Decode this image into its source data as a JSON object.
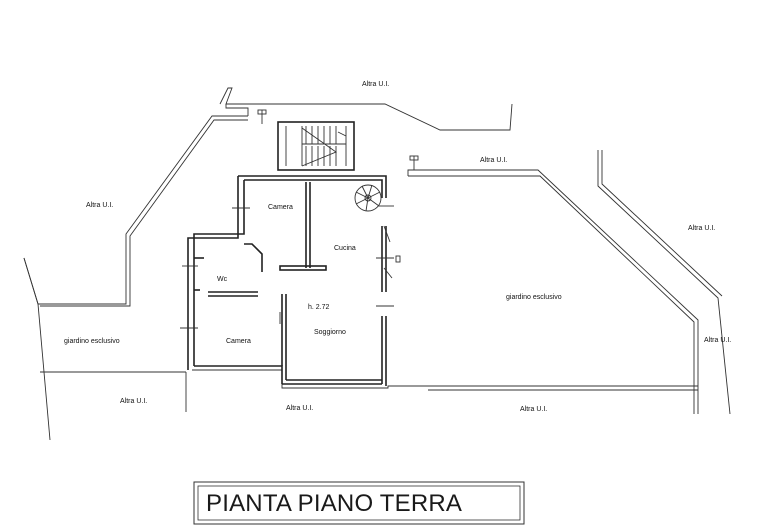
{
  "labels": {
    "altra_top": "Altra U.I.",
    "altra_left": "Altra U.I.",
    "altra_mid_right": "Altra U.I.",
    "altra_right": "Altra U.I.",
    "altra_far_right": "Altra U.I.",
    "altra_bottom_left": "Altra U.I.",
    "altra_bottom_mid": "Altra U.I.",
    "altra_bottom_right": "Altra U.I.",
    "camera_top": "Camera",
    "cucina": "Cucina",
    "wc": "Wc",
    "height": "h. 2.72",
    "soggiorno": "Soggiorno",
    "camera_bottom": "Camera",
    "giardino_left": "giardino esclusivo",
    "giardino_right": "giardino esclusivo"
  },
  "title": "PIANTA PIANO TERRA"
}
